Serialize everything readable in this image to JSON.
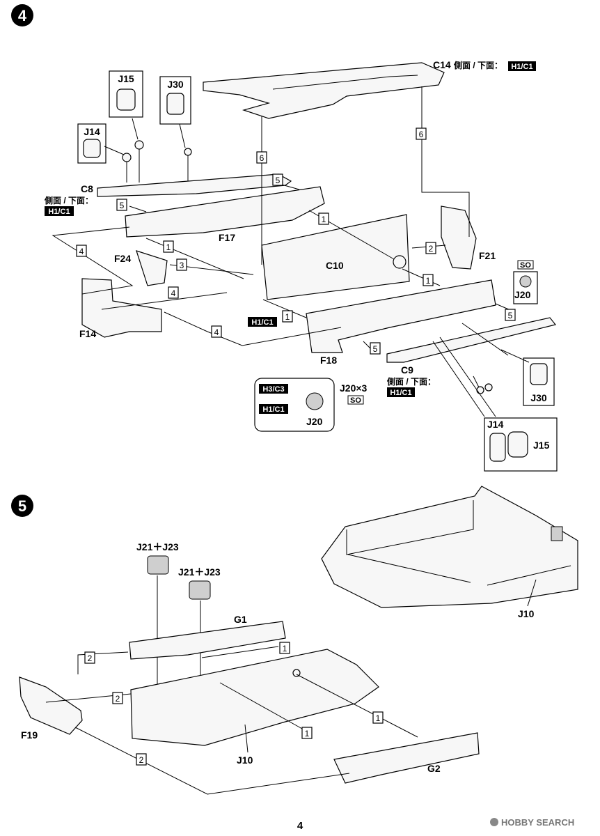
{
  "page": {
    "number": "4",
    "watermark": "HOBBY SEARCH"
  },
  "step4": {
    "step_number": "4",
    "parts": {
      "C14": "C14",
      "C14_side": "側面 / 下面：",
      "C8": "C8",
      "C8_side": "側面 / 下面：",
      "C9": "C9",
      "C9_side": "側面 / 下面：",
      "C10": "C10",
      "F17": "F17",
      "F24": "F24",
      "F14": "F14",
      "F18": "F18",
      "F21": "F21",
      "J14": "J14",
      "J15": "J15",
      "J30": "J30",
      "J20": "J20",
      "J20x3": "J20×3"
    },
    "colors": {
      "H1C1": "H1/C1",
      "H3C3": "H3/C3"
    },
    "so": "SO",
    "seq": [
      "1",
      "2",
      "3",
      "4",
      "5",
      "6"
    ]
  },
  "step5": {
    "step_number": "5",
    "parts": {
      "J21J23": "J21＋J23",
      "G1": "G1",
      "G2": "G2",
      "F19": "F19",
      "J10": "J10"
    },
    "seq": [
      "1",
      "2"
    ]
  }
}
